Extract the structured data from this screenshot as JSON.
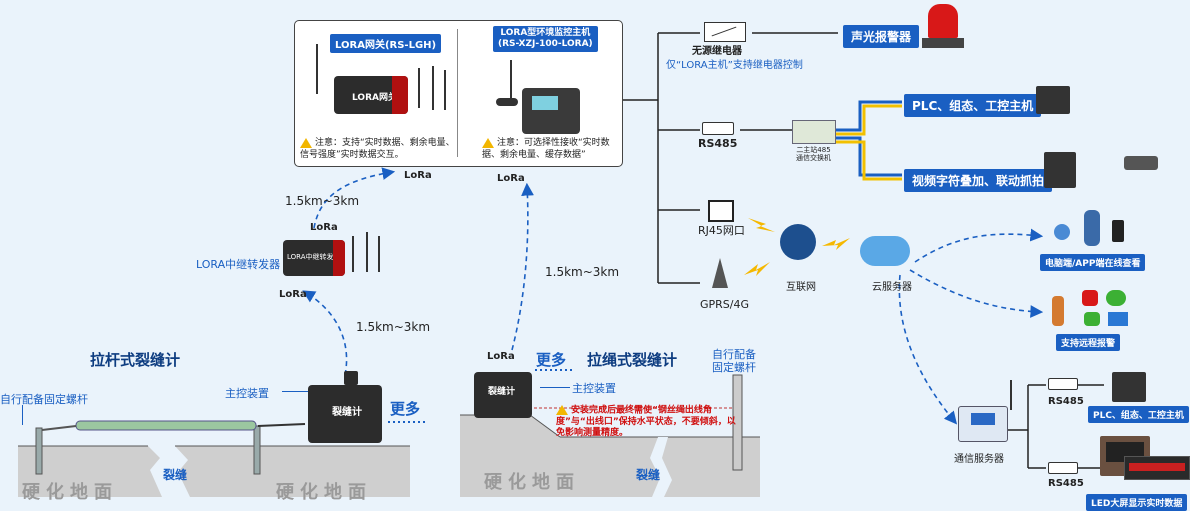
{
  "panel": {
    "gateway_title": "LORA网关(RS-LGH)",
    "gateway_brand": "LORA网关",
    "gateway_note": "注意：支持“实时数据、剩余电量、信号强度”实时数据交互。",
    "host_title": "LORA型环境监控主机",
    "host_model": "(RS-XZJ-100-LORA)",
    "host_note": "注意：可选择性接收“实时数据、剩余电量、缓存数据”"
  },
  "lora_label": "LoRa",
  "repeater_label": "LORA中继转发器",
  "repeater_brand": "LORA中继转发器",
  "distances": [
    "1.5km~3km",
    "1.5km~3km",
    "1.5km~3km"
  ],
  "left_scene": {
    "title": "拉杆式裂缝计",
    "host_label": "主控装置",
    "bolt_label": "自行配备固定螺杆",
    "device_text": "裂缝计",
    "more": "更多",
    "ground_left": "硬化地面",
    "ground_right": "硬化地面",
    "crack": "裂缝"
  },
  "right_scene": {
    "title": "拉绳式裂缝计",
    "more": "更多",
    "host_label": "主控装置",
    "bolt_label_1": "自行配备",
    "bolt_label_2": "固定螺杆",
    "device_text": "裂缝计",
    "warning": "安装完成后最终需使“钢丝绳出线角度”与“出线口”保持水平状态，不要倾斜，以免影响测量精度。",
    "ground": "硬化地面",
    "crack": "裂缝"
  },
  "right": {
    "relay_label": "无源继电器",
    "relay_note": "仅“LORA主机”支持继电器控制",
    "alarm_tag": "声光报警器",
    "rs485_label": "RS485",
    "converter_label_1": "二主站485",
    "converter_label_2": "通信交换机",
    "plc_tag": "PLC、组态、工控主机",
    "video_tag": "视频字符叠加、联动抓拍",
    "rj45_label": "RJ45网口",
    "gprs_label": "GPRS/4G",
    "internet_label": "互联网",
    "cloud_label": "云服务器",
    "pc_tag": "电脑端/APP端在线查看",
    "remote_tag": "支持远程报警",
    "comm_server_label": "通信服务器",
    "rs485_a": "RS485",
    "rs485_b": "RS485",
    "plc_tag_2": "PLC、组态、工控主机",
    "led_tag": "LED大屏显示实时数据"
  },
  "colors": {
    "accent": "#1a5fc2",
    "dark": "#0d3c80",
    "warn": "#d01010"
  }
}
